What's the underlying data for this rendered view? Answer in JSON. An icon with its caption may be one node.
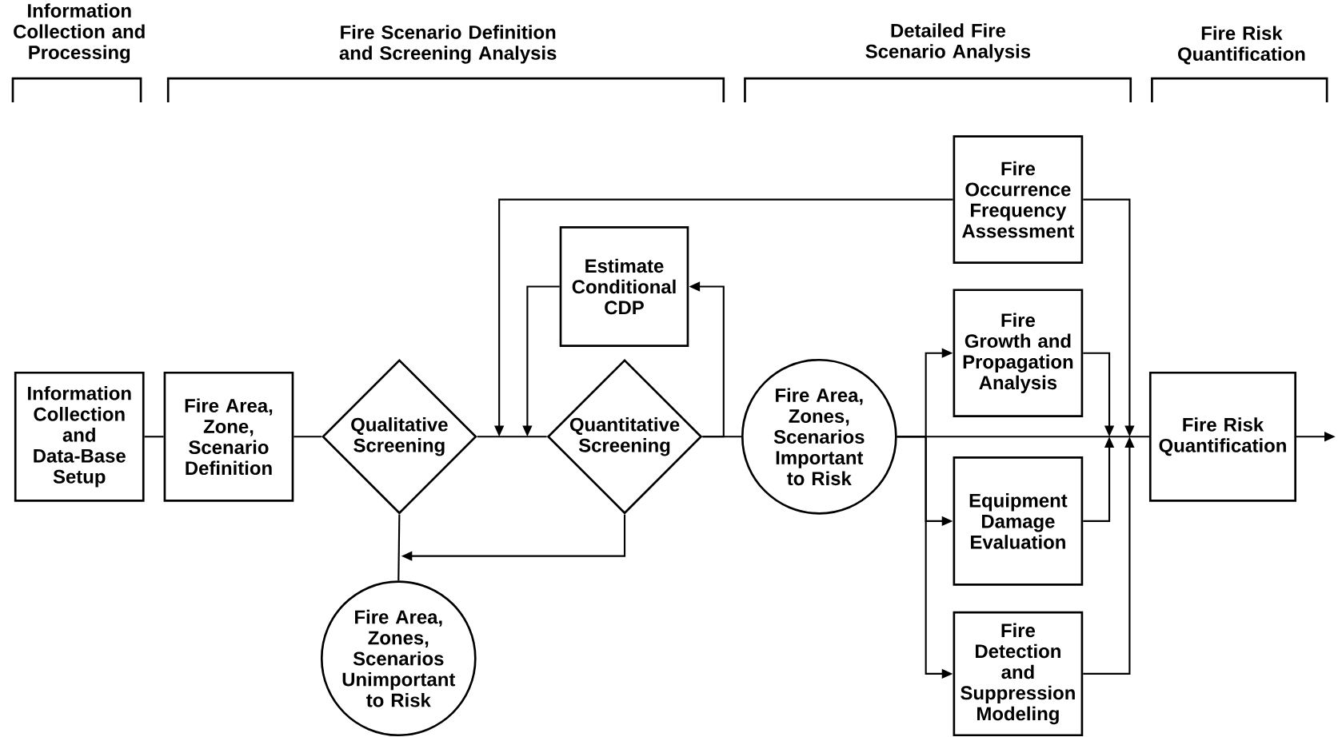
{
  "diagram": {
    "nodes": [
      {
        "text": [
          "Information Collection and Data-Base Setup"
        ]
      },
      {
        "text": [
          "Fire Area, Zone, Scenario Definition"
        ]
      },
      {
        "text": [
          "Qualitative Screening"
        ]
      },
      {
        "text": [
          "Estimate Conditional CDP"
        ]
      },
      {
        "text": [
          "Quantitative Screening"
        ]
      },
      {
        "text": [
          "Fire Area, Zones, Scenarios Important to Risk"
        ]
      },
      {
        "text": [
          "Fire Area, Zones, Scenarios Unimportant to Risk"
        ]
      },
      {
        "text": [
          "Fire Occurrence Frequency Assessment"
        ]
      },
      {
        "text": [
          "Fire Growth and Propagation Analysis"
        ]
      },
      {
        "text": [
          "Equipment Damage Evaluation"
        ]
      },
      {
        "text": [
          "Fire Detection and Suppression Modeling"
        ]
      },
      {
        "text": [
          "Fire Risk Quantification"
        ]
      }
    ],
    "edges": [
      {
        "from": 0,
        "to": 1,
        "arrow": "none"
      },
      {
        "from": 1,
        "to": 2,
        "arrow": "none"
      },
      {
        "from": 2,
        "to": 4,
        "arrow": "none"
      },
      {
        "from": 4,
        "to": 3,
        "arrow": "to"
      },
      {
        "from": 3,
        "to": null,
        "arrow": "to"
      },
      {
        "from": 7,
        "to": null,
        "arrow": "to"
      },
      {
        "from": 4,
        "to": 5,
        "arrow": "none"
      },
      {
        "from": 2,
        "to": 6,
        "arrow": "none"
      },
      {
        "from": 4,
        "to": null,
        "arrow": "to"
      },
      {
        "from": 5,
        "to": 8,
        "arrow": "to"
      },
      {
        "from": 5,
        "to": 9,
        "arrow": "to"
      },
      {
        "from": 5,
        "to": 10,
        "arrow": "to"
      },
      {
        "from": 5,
        "to": 11,
        "arrow": "none"
      },
      {
        "from": 7,
        "to": 11,
        "arrow": "to"
      },
      {
        "from": 8,
        "to": null,
        "arrow": "to"
      },
      {
        "from": 9,
        "to": null,
        "arrow": "to"
      },
      {
        "from": 10,
        "to": 11,
        "arrow": "to"
      },
      {
        "from": 11,
        "to": null,
        "arrow": "to"
      }
    ],
    "labels": [
      "Information Collection and Processing",
      "Fire Scenario Definition and Screening Analysis",
      "Detailed Fire Scenario Analysis",
      "Fire Risk Quantification"
    ]
  }
}
